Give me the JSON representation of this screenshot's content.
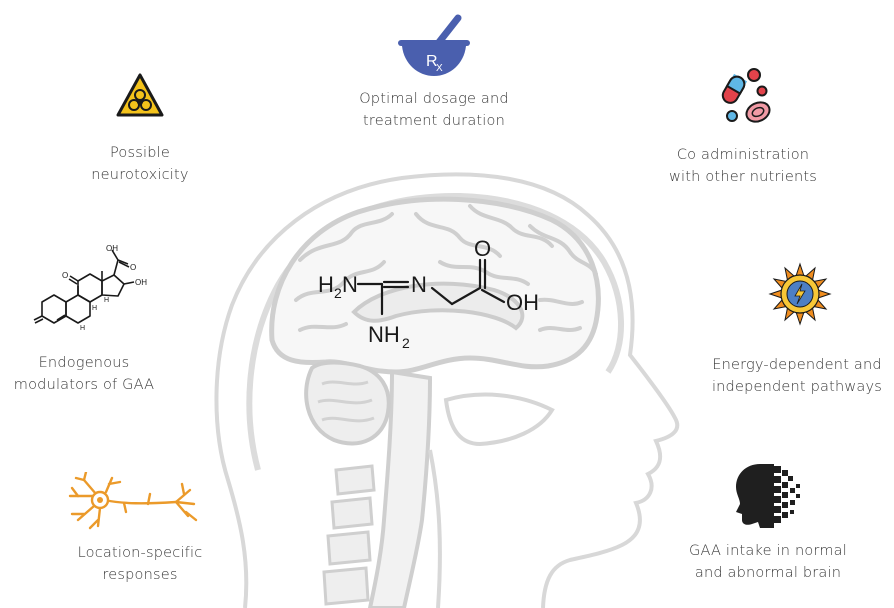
{
  "title": "",
  "molecule": {
    "h2n_left": "H",
    "h2n_left_sub": "2",
    "h2n_left_n": "N",
    "imine_n": "N",
    "carbonyl_o": "O",
    "hydroxyl": "OH",
    "nh2_bottom": "NH",
    "nh2_bottom_sub": "2"
  },
  "items": [
    {
      "id": "dosage",
      "lines": [
        "Optimal dosage and",
        "treatment duration"
      ],
      "icon": "mortar-pestle-rx-icon",
      "icon_text": "R",
      "icon_sub": "X"
    },
    {
      "id": "neurotoxicity",
      "lines": [
        "Possible",
        "neurotoxicity"
      ],
      "icon": "biohazard-warning-icon"
    },
    {
      "id": "coadmin",
      "lines": [
        "Co administration",
        "with other nutrients"
      ],
      "icon": "pills-and-tablets-icon"
    },
    {
      "id": "endogenous",
      "lines": [
        "Endogenous",
        "modulators of GAA"
      ],
      "icon": "steroid-structure-icon",
      "icon_labels": [
        "OH",
        "O",
        "OH",
        "O",
        "H",
        "H",
        "H"
      ]
    },
    {
      "id": "energy",
      "lines": [
        "Energy-dependent and",
        "independent pathways"
      ],
      "icon": "sun-energy-icon"
    },
    {
      "id": "location",
      "lines": [
        "Location-specific",
        "responses"
      ],
      "icon": "neuron-icon"
    },
    {
      "id": "intake",
      "lines": [
        "GAA intake in normal",
        "and abnormal brain"
      ],
      "icon": "pixelated-head-icon"
    }
  ],
  "colors": {
    "mortar_blue": "#4a5fae",
    "warning_yellow": "#f3c21b",
    "neuron_orange": "#eb9a2a",
    "sun_orange": "#f08d1e",
    "sun_yellow": "#f7c737",
    "sun_blue": "#4d7fc4",
    "head_gray": "#d6d6d6",
    "text_gray": "#3a3a3a",
    "pill_red": "#e2434b",
    "pill_blue": "#5fb7e6",
    "pill_pink": "#f19aa5"
  }
}
